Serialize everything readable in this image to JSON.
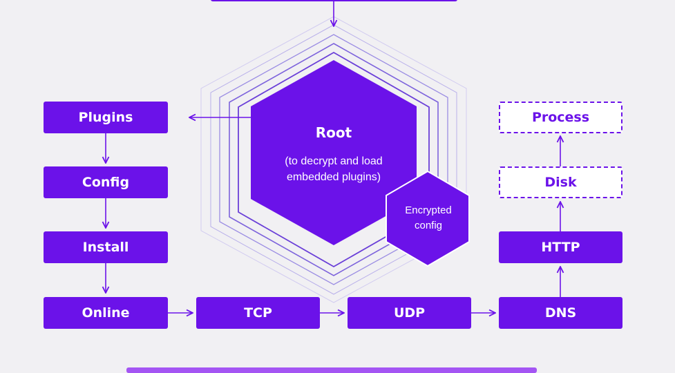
{
  "colors": {
    "accent": "#6b12e9",
    "outline": "#5b3fd6",
    "background": "#f1f0f3"
  },
  "root": {
    "title": "Root",
    "subtitle_line1": "(to decrypt and load",
    "subtitle_line2": "embedded plugins)"
  },
  "encrypted_config": {
    "line1": "Encrypted",
    "line2": "config"
  },
  "left_stack": {
    "plugins": "Plugins",
    "config": "Config",
    "install": "Install",
    "online": "Online"
  },
  "bottom_row": {
    "tcp": "TCP",
    "udp": "UDP",
    "dns": "DNS"
  },
  "right_stack": {
    "http": "HTTP",
    "disk": "Disk",
    "process": "Process"
  }
}
